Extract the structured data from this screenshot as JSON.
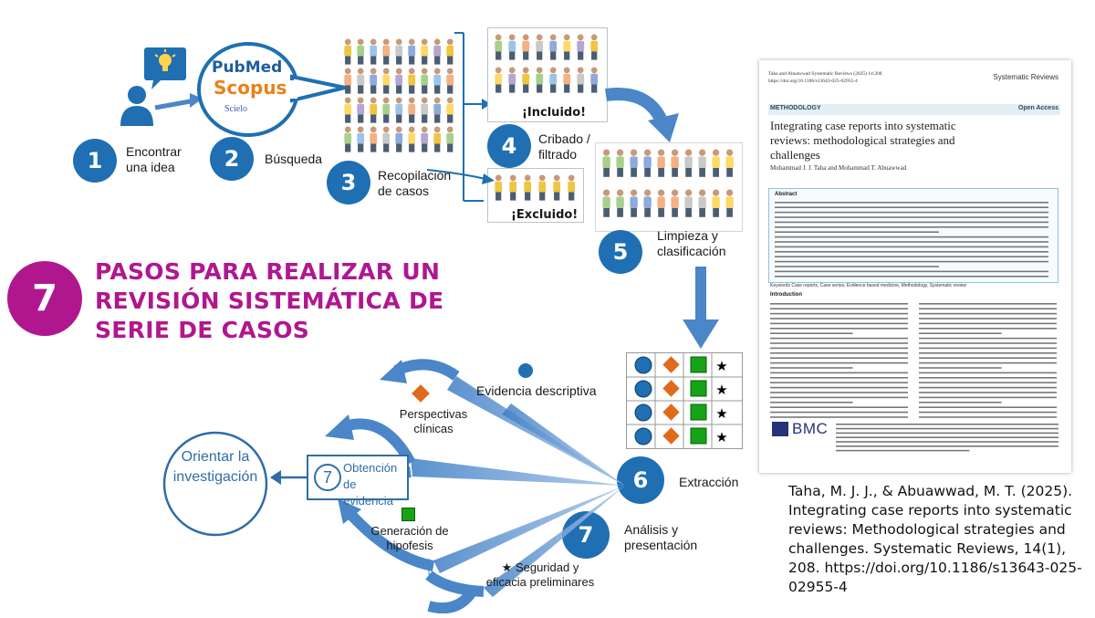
{
  "steps": [
    {
      "num": "1",
      "label": "Encontrar una idea"
    },
    {
      "num": "2",
      "label": "Búsqueda"
    },
    {
      "num": "3",
      "label": "Recopilación de casos"
    },
    {
      "num": "4",
      "label": "Cribado / filtrado"
    },
    {
      "num": "5",
      "label": "Limpieza y clasificación"
    },
    {
      "num": "6",
      "label": "Extracción"
    },
    {
      "num": "7",
      "label": "Análisis y presentación"
    }
  ],
  "search_logo": {
    "line1": "PubMed",
    "line2": "Scopus",
    "line3": "Scielo"
  },
  "included_tag": "¡Incluido!",
  "excluded_tag": "¡Excluido!",
  "title": {
    "number": "7",
    "text": "PASOS PARA REALIZAR UN REVISIÓN SISTEMÁTICA DE SERIE DE CASOS"
  },
  "outcomes": {
    "center_num": "7",
    "center_label": "Obtención de evidencia",
    "goal": "Orientar la investigación",
    "evidence": "Evidencia descriptiva",
    "perspectives": "Perspectivas clínicas",
    "hypothesis": "Generación de hipofesis",
    "safety": "★ Seguridad y eficacia preliminares"
  },
  "paper": {
    "journal_left": "Taha and Abuawwad Systematic Reviews (2025) 14:208",
    "doi_small": "https://doi.org/10.1186/s13643-025-02955-4",
    "journal_right": "Systematic Reviews",
    "section": "METHODOLOGY",
    "open_access": "Open Access",
    "title": "Integrating case reports into systematic reviews: methodological strategies and challenges",
    "authors": "Mohammad J. J. Taha and Mohammad T. Abuawwad",
    "abstract_heading": "Abstract",
    "keywords": "Keywords Case reports, Case series, Evidence based medicine, Methodology, Systematic review",
    "intro_heading": "Introduction",
    "publisher": "BMC"
  },
  "citation": "Taha, M. J. J., & Abuawwad, M. T. (2025). Integrating case reports into systematic reviews: Methodological strategies and challenges. Systematic Reviews, 14(1), 208. https://doi.org/10.1186/s13643-025-02955-4",
  "colors": {
    "step_blue": "#1f6fb2",
    "magenta": "#b0178f",
    "arrow_blue": "#4a86c8",
    "orange": "#e06a1b",
    "green": "#17a317"
  }
}
